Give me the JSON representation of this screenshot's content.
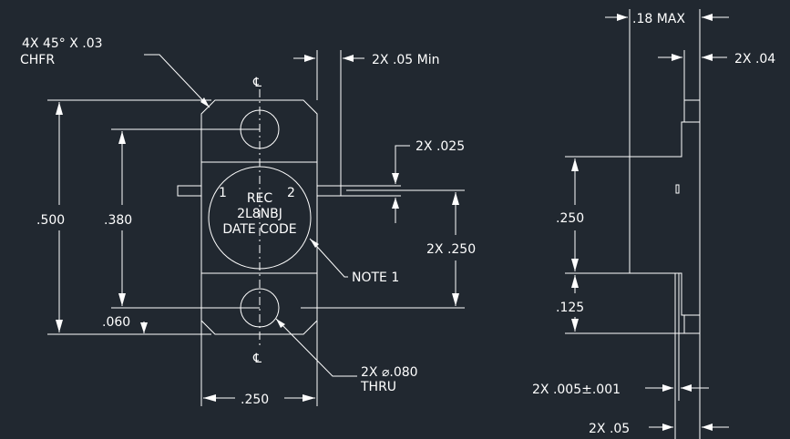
{
  "drawing": {
    "chamfer_note": [
      "4X 45° X .03",
      "CHFR"
    ],
    "lead_length_note": "2X .05 Min",
    "lead_thickness_note": "2X .025",
    "lead_spacing_note": "2X .250",
    "dim_overall_height": ".500",
    "dim_hole_spacing": ".380",
    "dim_hole_edge": ".060",
    "dim_body_width": ".250",
    "centerline_symbol": "℄",
    "pin_labels": [
      "1",
      "2"
    ],
    "marking": [
      "REC",
      "2L8NBJ",
      "DATE CODE"
    ],
    "note_ref": "NOTE 1",
    "hole_note": [
      "2X ⌀.080",
      "THRU"
    ],
    "side_max_thickness": ".18 MAX",
    "side_lead_note": "2X .04",
    "side_dim_250": ".250",
    "side_dim_125": ".125",
    "side_tolerance_note": "2X .005±.001",
    "side_bottom_note": "2X .05"
  }
}
